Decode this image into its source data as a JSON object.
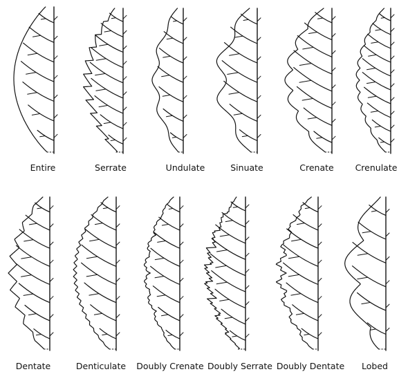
{
  "colors": {
    "ink": "#111111",
    "background": "#ffffff"
  },
  "rows": [
    {
      "leaves": [
        {
          "label": "Entire",
          "margin": "entire"
        },
        {
          "label": "Serrate",
          "margin": "serrate"
        },
        {
          "label": "Undulate",
          "margin": "undulate"
        },
        {
          "label": "Sinuate",
          "margin": "sinuate"
        },
        {
          "label": "Crenate",
          "margin": "crenate"
        },
        {
          "label": "Crenulate",
          "margin": "crenulate"
        }
      ]
    },
    {
      "leaves": [
        {
          "label": "Dentate",
          "margin": "dentate"
        },
        {
          "label": "Denticulate",
          "margin": "denticulate"
        },
        {
          "label": "Doubly Crenate",
          "margin": "doubly-crenate"
        },
        {
          "label": "Doubly Serrate",
          "margin": "doubly-serrate"
        },
        {
          "label": "Doubly Dentate",
          "margin": "doubly-dentate"
        },
        {
          "label": "Lobed",
          "margin": "lobed"
        }
      ]
    }
  ]
}
